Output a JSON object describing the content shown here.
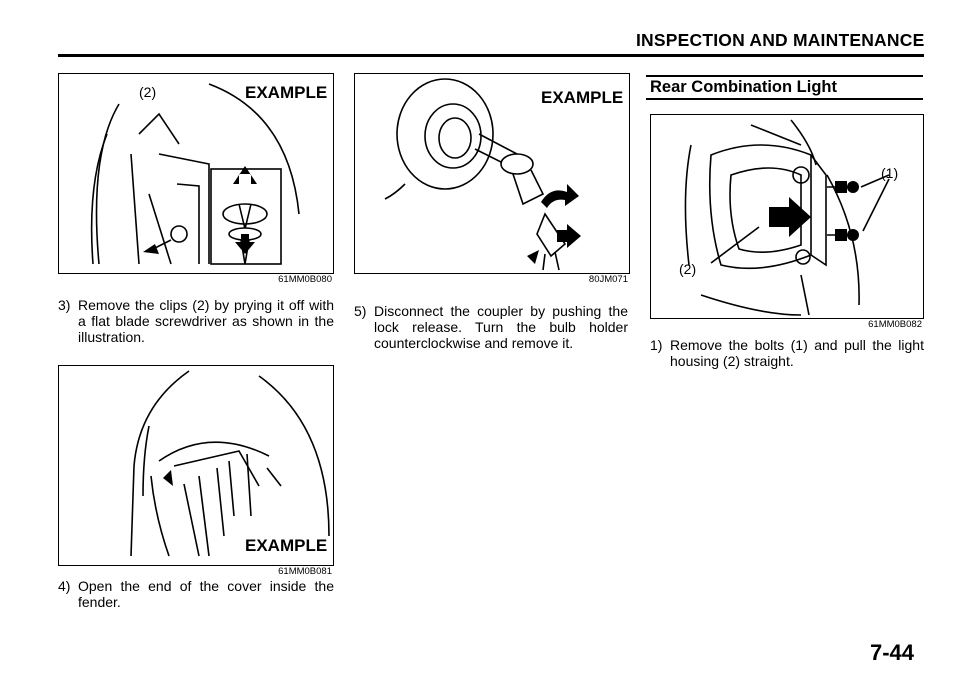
{
  "header": {
    "title": "INSPECTION AND MAINTENANCE"
  },
  "figures": [
    {
      "example": "EXAMPLE",
      "callout": "(2)",
      "code": "61MM0B080"
    },
    {
      "example": "EXAMPLE",
      "code": "61MM0B081"
    },
    {
      "example": "EXAMPLE",
      "code": "80JM071"
    },
    {
      "callout_1": "(1)",
      "callout_2": "(2)",
      "code": "61MM0B082"
    }
  ],
  "steps": [
    {
      "num": "3)",
      "text": "Remove the clips (2) by prying it off with a flat blade screwdriver as shown in the illustration."
    },
    {
      "num": "4)",
      "text": "Open the end of the cover inside the fender."
    },
    {
      "num": "5)",
      "text": "Disconnect the coupler by pushing the lock release. Turn the bulb holder counterclockwise and remove it."
    },
    {
      "num": "1)",
      "text": "Remove the bolts (1) and pull the light housing (2) straight."
    }
  ],
  "section": {
    "title": "Rear Combination Light"
  },
  "page": {
    "number": "7-44"
  }
}
